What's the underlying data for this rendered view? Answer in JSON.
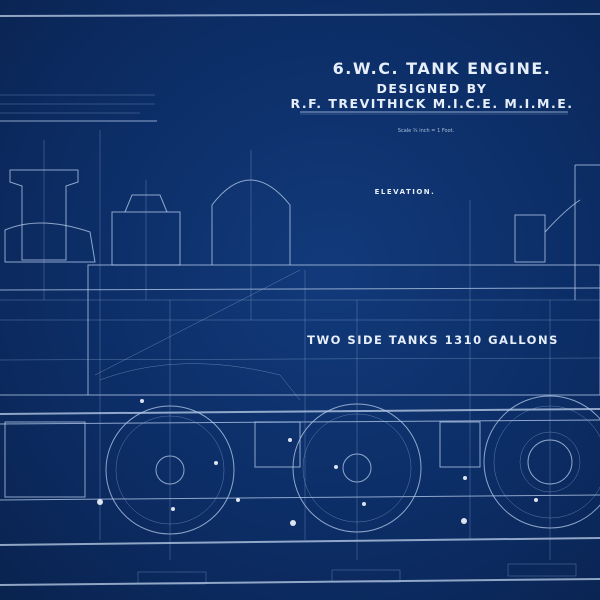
{
  "title": {
    "line1": "6.W.C. TANK ENGINE.",
    "line2": "DESIGNED BY",
    "line3": "R.F. TREVITHICK M.I.C.E. M.I.M.E."
  },
  "scale_note": "Scale ¾ inch = 1 Foot.",
  "view_label": "ELEVATION.",
  "tank_label": "TWO SIDE TANKS 1310 GALLONS",
  "colors": {
    "paper": "#0c2d66",
    "lines": "#b9cfee",
    "lettering": "#e6eefa"
  }
}
